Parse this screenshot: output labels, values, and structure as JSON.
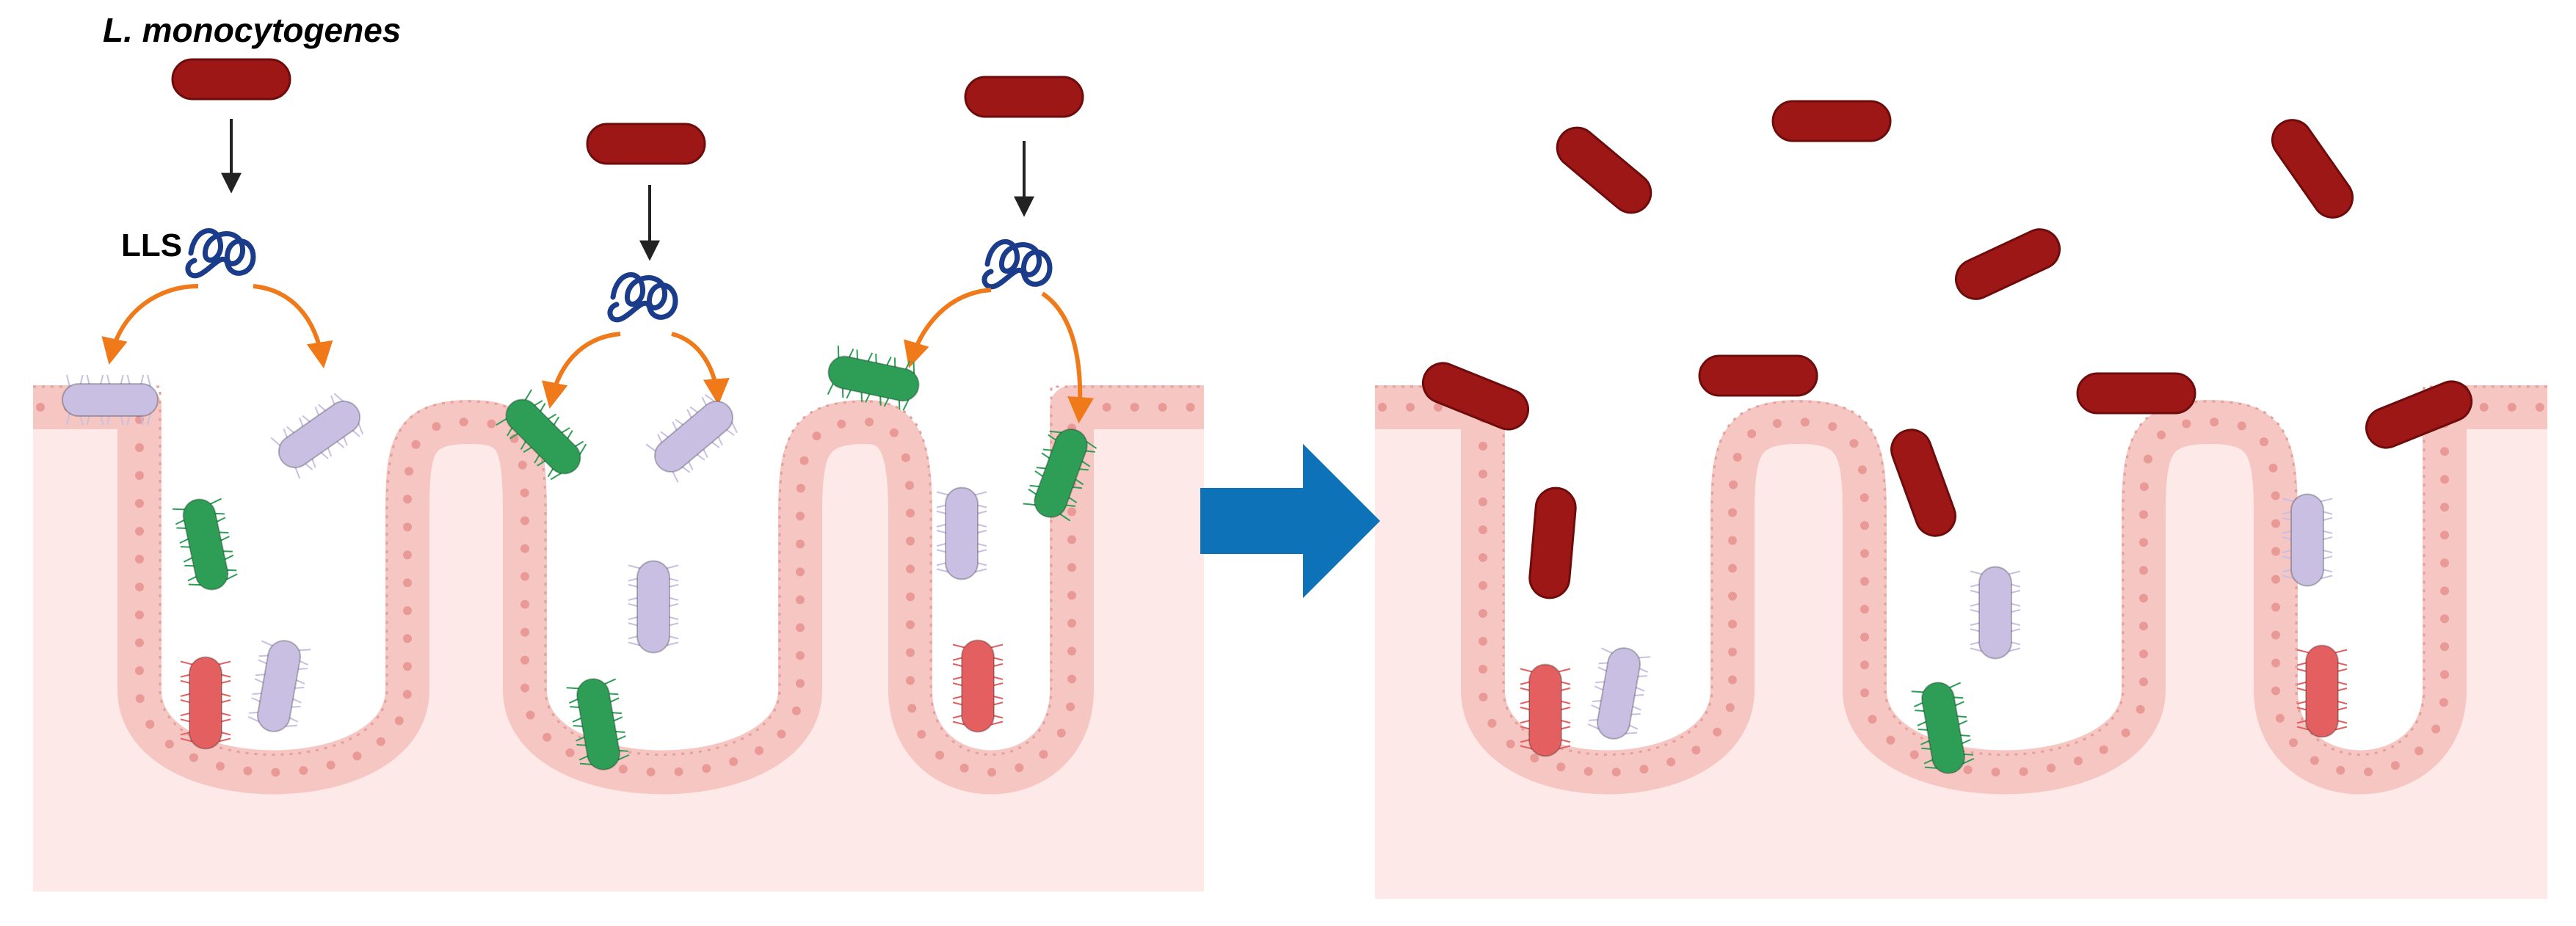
{
  "labels": {
    "species": "L. monocytogenes",
    "toxin": "LLS"
  },
  "icons": {
    "pathogen": "listeria-rod",
    "toxin": "lls-peptide-tangle",
    "transition": "right-arrow",
    "toxin_action": "curved-arrow",
    "secretion": "down-arrow"
  },
  "colors": {
    "pathogen": "#9e1717",
    "pathogen_edge": "#6e0c0c",
    "tissue": "#fde9e7",
    "epithelium": "#f6c6c2",
    "epithelium_edge": "#e2a19c",
    "nucleus": "#e99a97",
    "toxin": "#1a3c8a",
    "toxin_arrow": "#f07a19",
    "transition_arrow": "#0d72b8",
    "commensal_purple": "#c9bfe3",
    "commensal_green": "#2e9e57",
    "commensal_red": "#e46060"
  }
}
